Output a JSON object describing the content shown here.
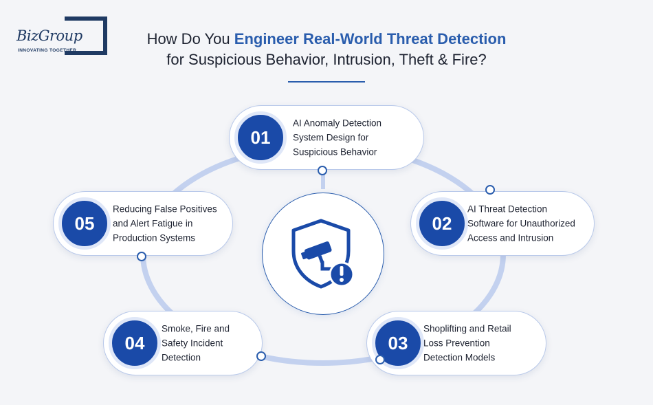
{
  "logo": {
    "name": "BizGroup",
    "tagline": "INNOVATING TOGETHER"
  },
  "title": {
    "prefix": "How Do You ",
    "accent": "Engineer Real-World Threat Detection",
    "line2": "for Suspicious Behavior, Intrusion, Theft & Fire?"
  },
  "center_icon": "security-camera-shield-alert-icon",
  "colors": {
    "accent": "#2a5dad",
    "number_fill": "#1a4aa8",
    "ring": "#c3d1ef"
  },
  "steps": [
    {
      "number": "01",
      "lines": [
        "AI Anomaly Detection",
        "System Design for",
        "Suspicious Behavior"
      ]
    },
    {
      "number": "02",
      "lines": [
        "AI Threat Detection",
        "Software for Unauthorized",
        "Access and Intrusion"
      ]
    },
    {
      "number": "03",
      "lines": [
        "Shoplifting and Retail",
        "Loss Prevention",
        "Detection Models"
      ]
    },
    {
      "number": "04",
      "lines": [
        "Smoke, Fire and",
        "Safety Incident",
        "Detection"
      ]
    },
    {
      "number": "05",
      "lines": [
        "Reducing False Positives",
        "and Alert Fatigue in",
        "Production Systems"
      ]
    }
  ]
}
